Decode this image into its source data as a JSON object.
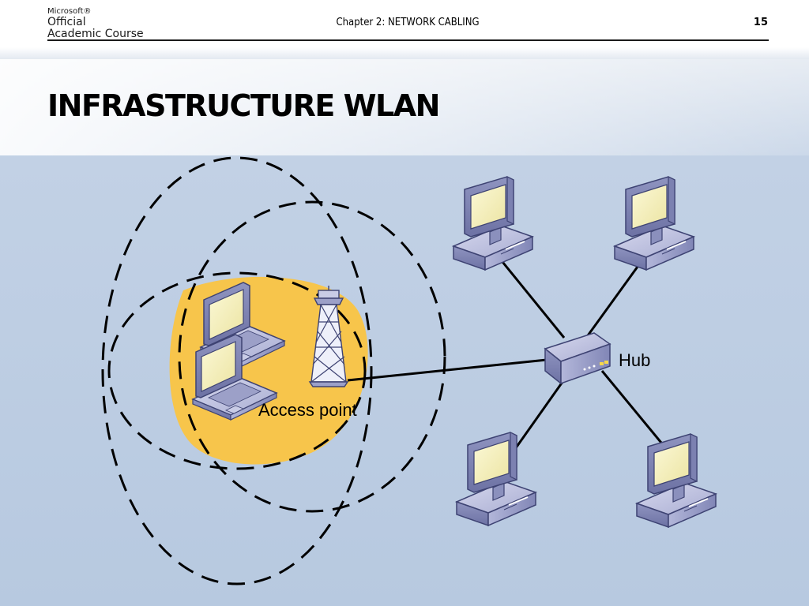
{
  "header": {
    "logo_brand": "Microsoft®",
    "logo_line1": "Official",
    "logo_line2": "Academic Course",
    "chapter": "Chapter 2: NETWORK CABLING",
    "page_number": "15"
  },
  "slide": {
    "title": "INFRASTRUCTURE WLAN"
  },
  "diagram": {
    "hub_label": "Hub",
    "access_point_label": "Access point"
  },
  "colors": {
    "coverage_area": "#f7c54b",
    "computer_body": "#9297c2",
    "screen": "#f2edb9",
    "link": "#000000"
  }
}
